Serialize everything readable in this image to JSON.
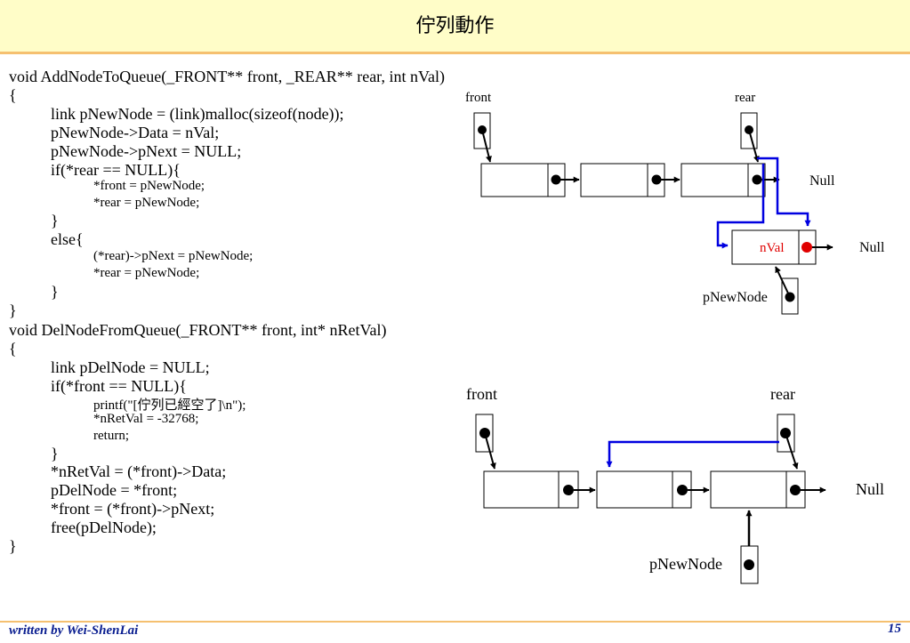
{
  "title": "佇列動作",
  "code": {
    "add": [
      {
        "text": "void AddNodeToQueue(_FRONT** front, _REAR** rear, int nVal)",
        "indent": 0,
        "size": "lg"
      },
      {
        "text": "{",
        "indent": 0,
        "size": "lg"
      },
      {
        "text": "link pNewNode = (link)malloc(sizeof(node));",
        "indent": 1,
        "size": "lg"
      },
      {
        "text": "pNewNode->Data = nVal;",
        "indent": 1,
        "size": "lg"
      },
      {
        "text": "pNewNode->pNext = NULL;",
        "indent": 1,
        "size": "lg"
      },
      {
        "text": "if(*rear == NULL){",
        "indent": 1,
        "size": "lg"
      },
      {
        "text": "*front = pNewNode;",
        "indent": 2,
        "size": "sm"
      },
      {
        "text": "*rear = pNewNode;",
        "indent": 2,
        "size": "sm"
      },
      {
        "text": "}",
        "indent": 1,
        "size": "lg"
      },
      {
        "text": "else{",
        "indent": 1,
        "size": "lg"
      },
      {
        "text": "(*rear)->pNext = pNewNode;",
        "indent": 2,
        "size": "sm"
      },
      {
        "text": "*rear = pNewNode;",
        "indent": 2,
        "size": "sm"
      },
      {
        "text": "}",
        "indent": 1,
        "size": "lg"
      },
      {
        "text": "}",
        "indent": 0,
        "size": "lg"
      }
    ],
    "del": [
      {
        "text": "void DelNodeFromQueue(_FRONT** front, int* nRetVal)",
        "indent": 0,
        "size": "lg"
      },
      {
        "text": "{",
        "indent": 0,
        "size": "lg"
      },
      {
        "text": "link pDelNode = NULL;",
        "indent": 1,
        "size": "lg"
      },
      {
        "text": "if(*front == NULL){",
        "indent": 1,
        "size": "lg"
      },
      {
        "text": "printf(\"[佇列已經空了]\\n\");",
        "indent": 2,
        "size": "sm"
      },
      {
        "text": "*nRetVal = -32768;",
        "indent": 2,
        "size": "sm"
      },
      {
        "text": "return;",
        "indent": 2,
        "size": "sm"
      },
      {
        "text": "}",
        "indent": 1,
        "size": "lg"
      },
      {
        "text": "*nRetVal = (*front)->Data;",
        "indent": 1,
        "size": "lg"
      },
      {
        "text": "pDelNode = *front;",
        "indent": 1,
        "size": "lg"
      },
      {
        "text": "*front = (*front)->pNext;",
        "indent": 1,
        "size": "lg"
      },
      {
        "text": "free(pDelNode);",
        "indent": 1,
        "size": "lg"
      },
      {
        "text": "}",
        "indent": 0,
        "size": "lg"
      }
    ]
  },
  "diagram1": {
    "front_label": "front",
    "rear_label": "rear",
    "null_top": "Null",
    "null_new": "Null",
    "new_value": "nVal",
    "pnewnode_label": "pNewNode"
  },
  "diagram2": {
    "front_label": "front",
    "rear_label": "rear",
    "null_label": "Null",
    "pnewnode_label": "pNewNode"
  },
  "footer": {
    "author": "written by Wei-ShenLai",
    "page": "15"
  },
  "colors": {
    "header_bg": "#fffdc8",
    "header_rule": "#f5c070",
    "highlight_arrow": "#0000e0",
    "new_value": "#e00000",
    "footer_text": "#0a1e90"
  }
}
